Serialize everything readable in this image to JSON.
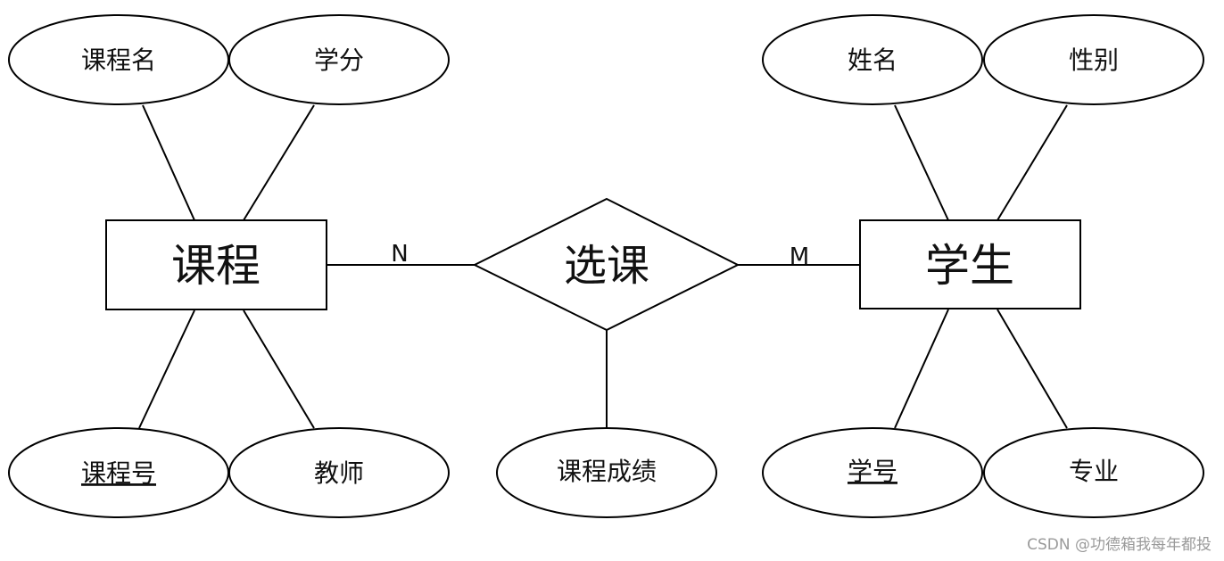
{
  "diagram": {
    "entities": {
      "course": "课程",
      "student": "学生"
    },
    "relationship": {
      "label": "选课",
      "attribute": "课程成绩"
    },
    "cardinality": {
      "course_side": "N",
      "student_side": "M"
    },
    "course_attributes": {
      "name": "课程名",
      "credit": "学分",
      "id": "课程号",
      "teacher": "教师"
    },
    "student_attributes": {
      "name": "姓名",
      "gender": "性别",
      "id": "学号",
      "major": "专业"
    }
  },
  "watermark": "CSDN @功德箱我每年都投"
}
